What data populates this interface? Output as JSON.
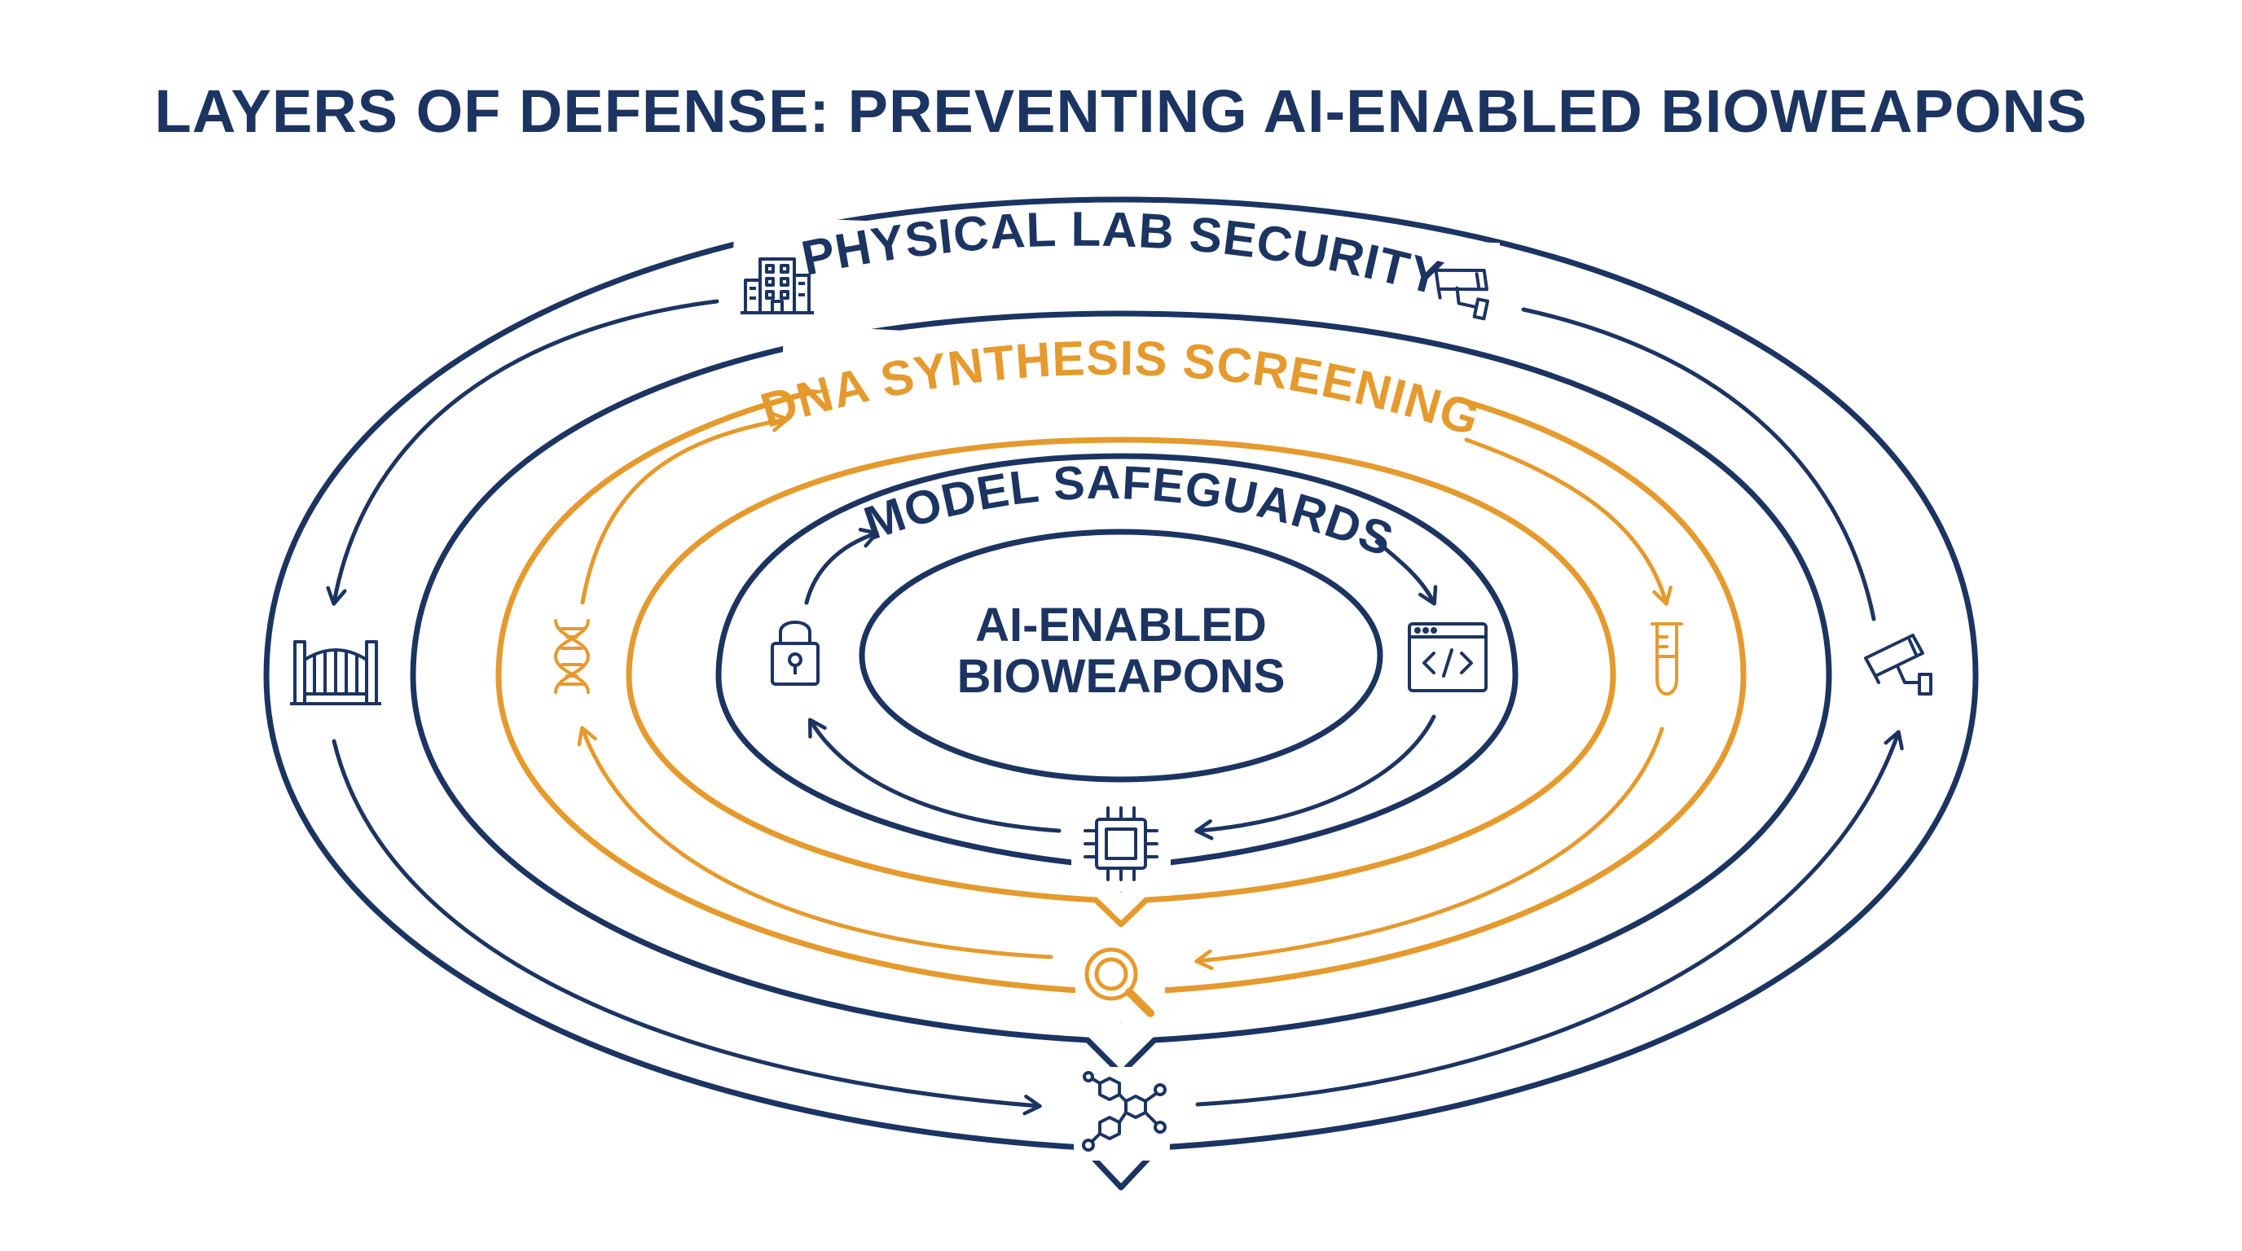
{
  "title": "LAYERS OF DEFENSE: PREVENTING AI-ENABLED BIOWEAPONS",
  "colors": {
    "navy": "#1c3461",
    "orange": "#e59a2e",
    "background": "#ffffff"
  },
  "layers": {
    "outer": {
      "label": "PHYSICAL LAB SECURITY",
      "color": "navy",
      "icons": [
        "office-building-icon",
        "security-camera-icon",
        "security-gate-icon",
        "security-camera-icon",
        "molecule-network-icon"
      ]
    },
    "middle": {
      "label": "DNA SYNTHESIS SCREENING",
      "color": "orange",
      "icons": [
        "dna-helix-icon",
        "test-tube-icon",
        "magnifying-glass-icon"
      ]
    },
    "inner": {
      "label": "MODEL SAFEGUARDS",
      "color": "navy",
      "icons": [
        "padlock-icon",
        "code-window-icon",
        "microchip-icon"
      ]
    }
  },
  "core": {
    "line1": "AI-ENABLED",
    "line2": "BIOWEAPONS"
  }
}
